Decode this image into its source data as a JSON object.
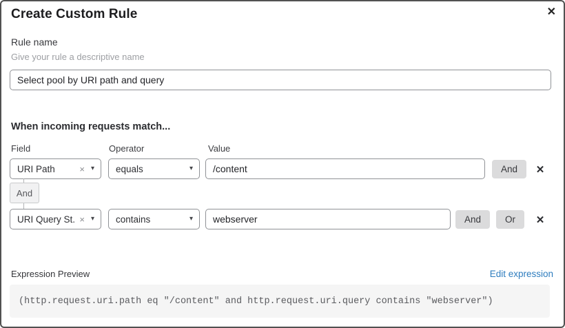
{
  "dialog": {
    "title": "Create Custom Rule"
  },
  "icons": {
    "close": "✕",
    "clear": "×",
    "caret_down": "▾",
    "remove": "✕"
  },
  "rule_name": {
    "label": "Rule name",
    "hint": "Give your rule a descriptive name",
    "value": "Select pool by URI path and query"
  },
  "matcher": {
    "heading": "When incoming requests match...",
    "columns": {
      "field": "Field",
      "operator": "Operator",
      "value": "Value"
    },
    "connector": "And",
    "rows": [
      {
        "field": "URI Path",
        "operator": "equals",
        "value": "/content",
        "buttons": [
          "And"
        ]
      },
      {
        "field": "URI Query St...",
        "operator": "contains",
        "value": "webserver",
        "buttons": [
          "And",
          "Or"
        ]
      }
    ]
  },
  "expression": {
    "label": "Expression Preview",
    "edit_link": "Edit expression",
    "code": "(http.request.uri.path eq \"/content\" and http.request.uri.query contains \"webserver\")"
  },
  "colors": {
    "link_blue": "#2d7cbe",
    "button_gray": "#dbdbdc",
    "code_bg": "#f5f5f5",
    "input_border": "#8f9195",
    "dialog_border": "#515151"
  }
}
